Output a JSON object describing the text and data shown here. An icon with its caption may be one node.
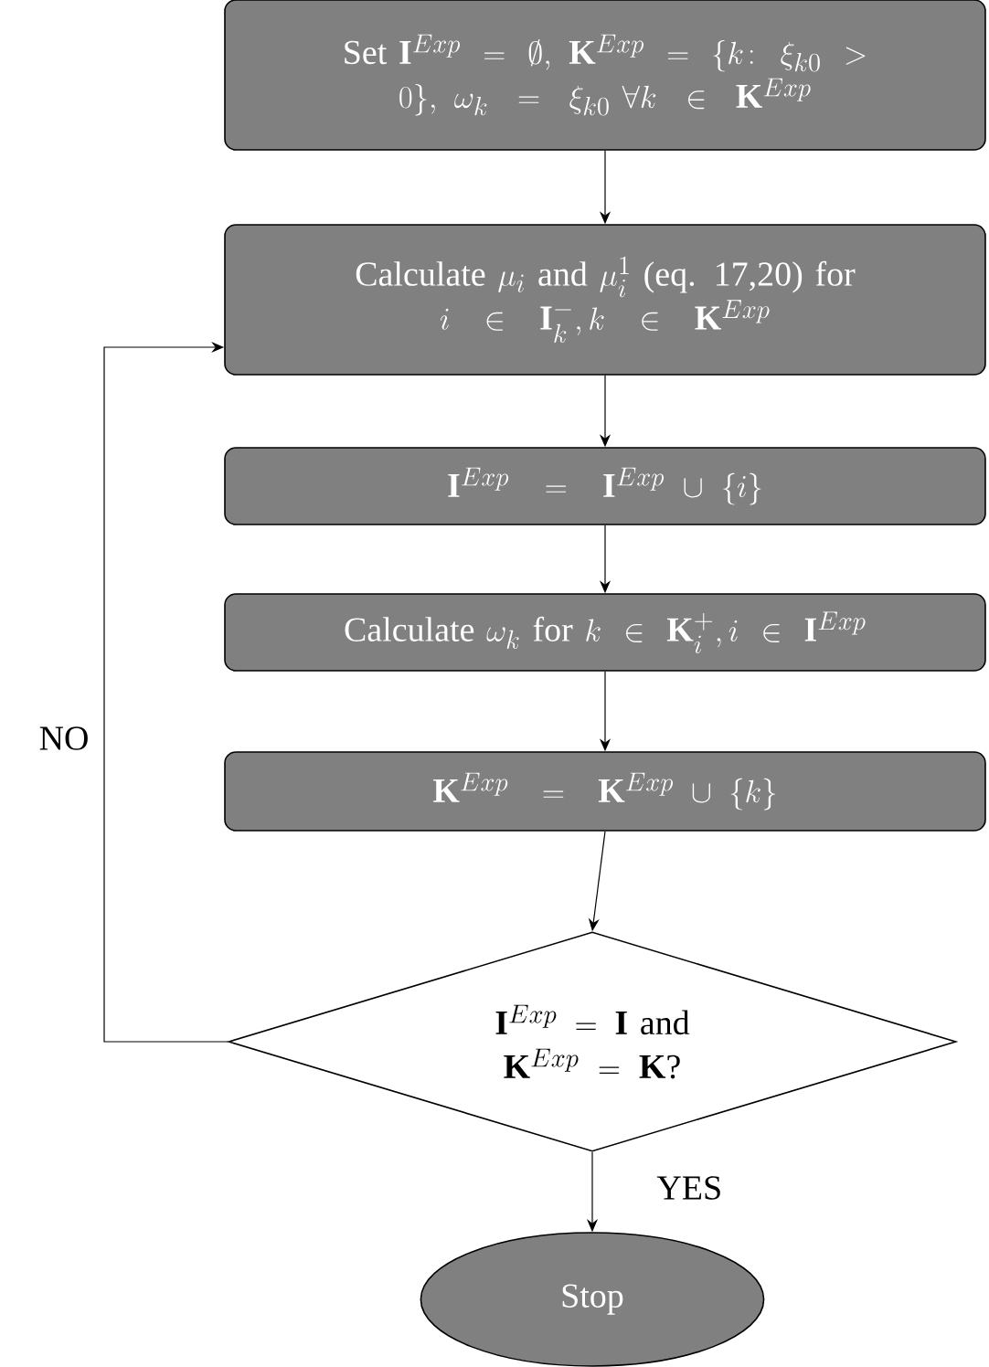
{
  "diagram": {
    "nodes": [
      {
        "text": [
          "\\text{Set } \\mathbf{I}^{Exp} = \\emptyset,\\ \\mathbf{K}^{Exp} = \\{k\\colon\\ \\xi_{k0} > 0\\},\\allowbreak\\ \\omega_k = \\xi_{k0}\\ \\forall k \\in \\mathbf{K}^{Exp}"
        ]
      },
      {
        "text": [
          "\\text{Calculate } \\mu_i \\text{ and } \\mu_i^1 \\text{ (eq. 17,20) for}\\allowbreak\\ i \\in \\mathbf{I}_k^-, k \\in \\mathbf{K}^{Exp}"
        ]
      },
      {
        "text": [
          "\\mathbf{I}^{Exp} = \\mathbf{I}^{Exp} \\cup \\{i\\}"
        ]
      },
      {
        "text": [
          "\\text{Calculate } \\omega_k \\text{ for } k \\in \\mathbf{K}_i^+, i \\in \\mathbf{I}^{Exp}"
        ]
      },
      {
        "text": [
          "\\mathbf{K}^{Exp} = \\mathbf{K}^{Exp} \\cup \\{k\\}"
        ]
      },
      {
        "text": [
          "\\mathbf{I}^{Exp} = \\mathbf{I} \\text{ and}\\allowbreak\\ \\mathbf{K}^{Exp} = \\mathbf{K}\\text{?}"
        ]
      },
      {
        "text": [
          "Stop"
        ]
      }
    ],
    "edges": [
      {
        "from": 0,
        "to": 1,
        "arrow": "to"
      },
      {
        "from": 1,
        "to": 2,
        "arrow": "to"
      },
      {
        "from": 2,
        "to": 3,
        "arrow": "to"
      },
      {
        "from": 3,
        "to": 4,
        "arrow": "to"
      },
      {
        "from": 4,
        "to": 5,
        "arrow": "to"
      },
      {
        "from": 5,
        "to": 1,
        "arrow": "to",
        "label": "NO"
      },
      {
        "from": 5,
        "to": 6,
        "arrow": "to",
        "label": "YES"
      }
    ]
  }
}
